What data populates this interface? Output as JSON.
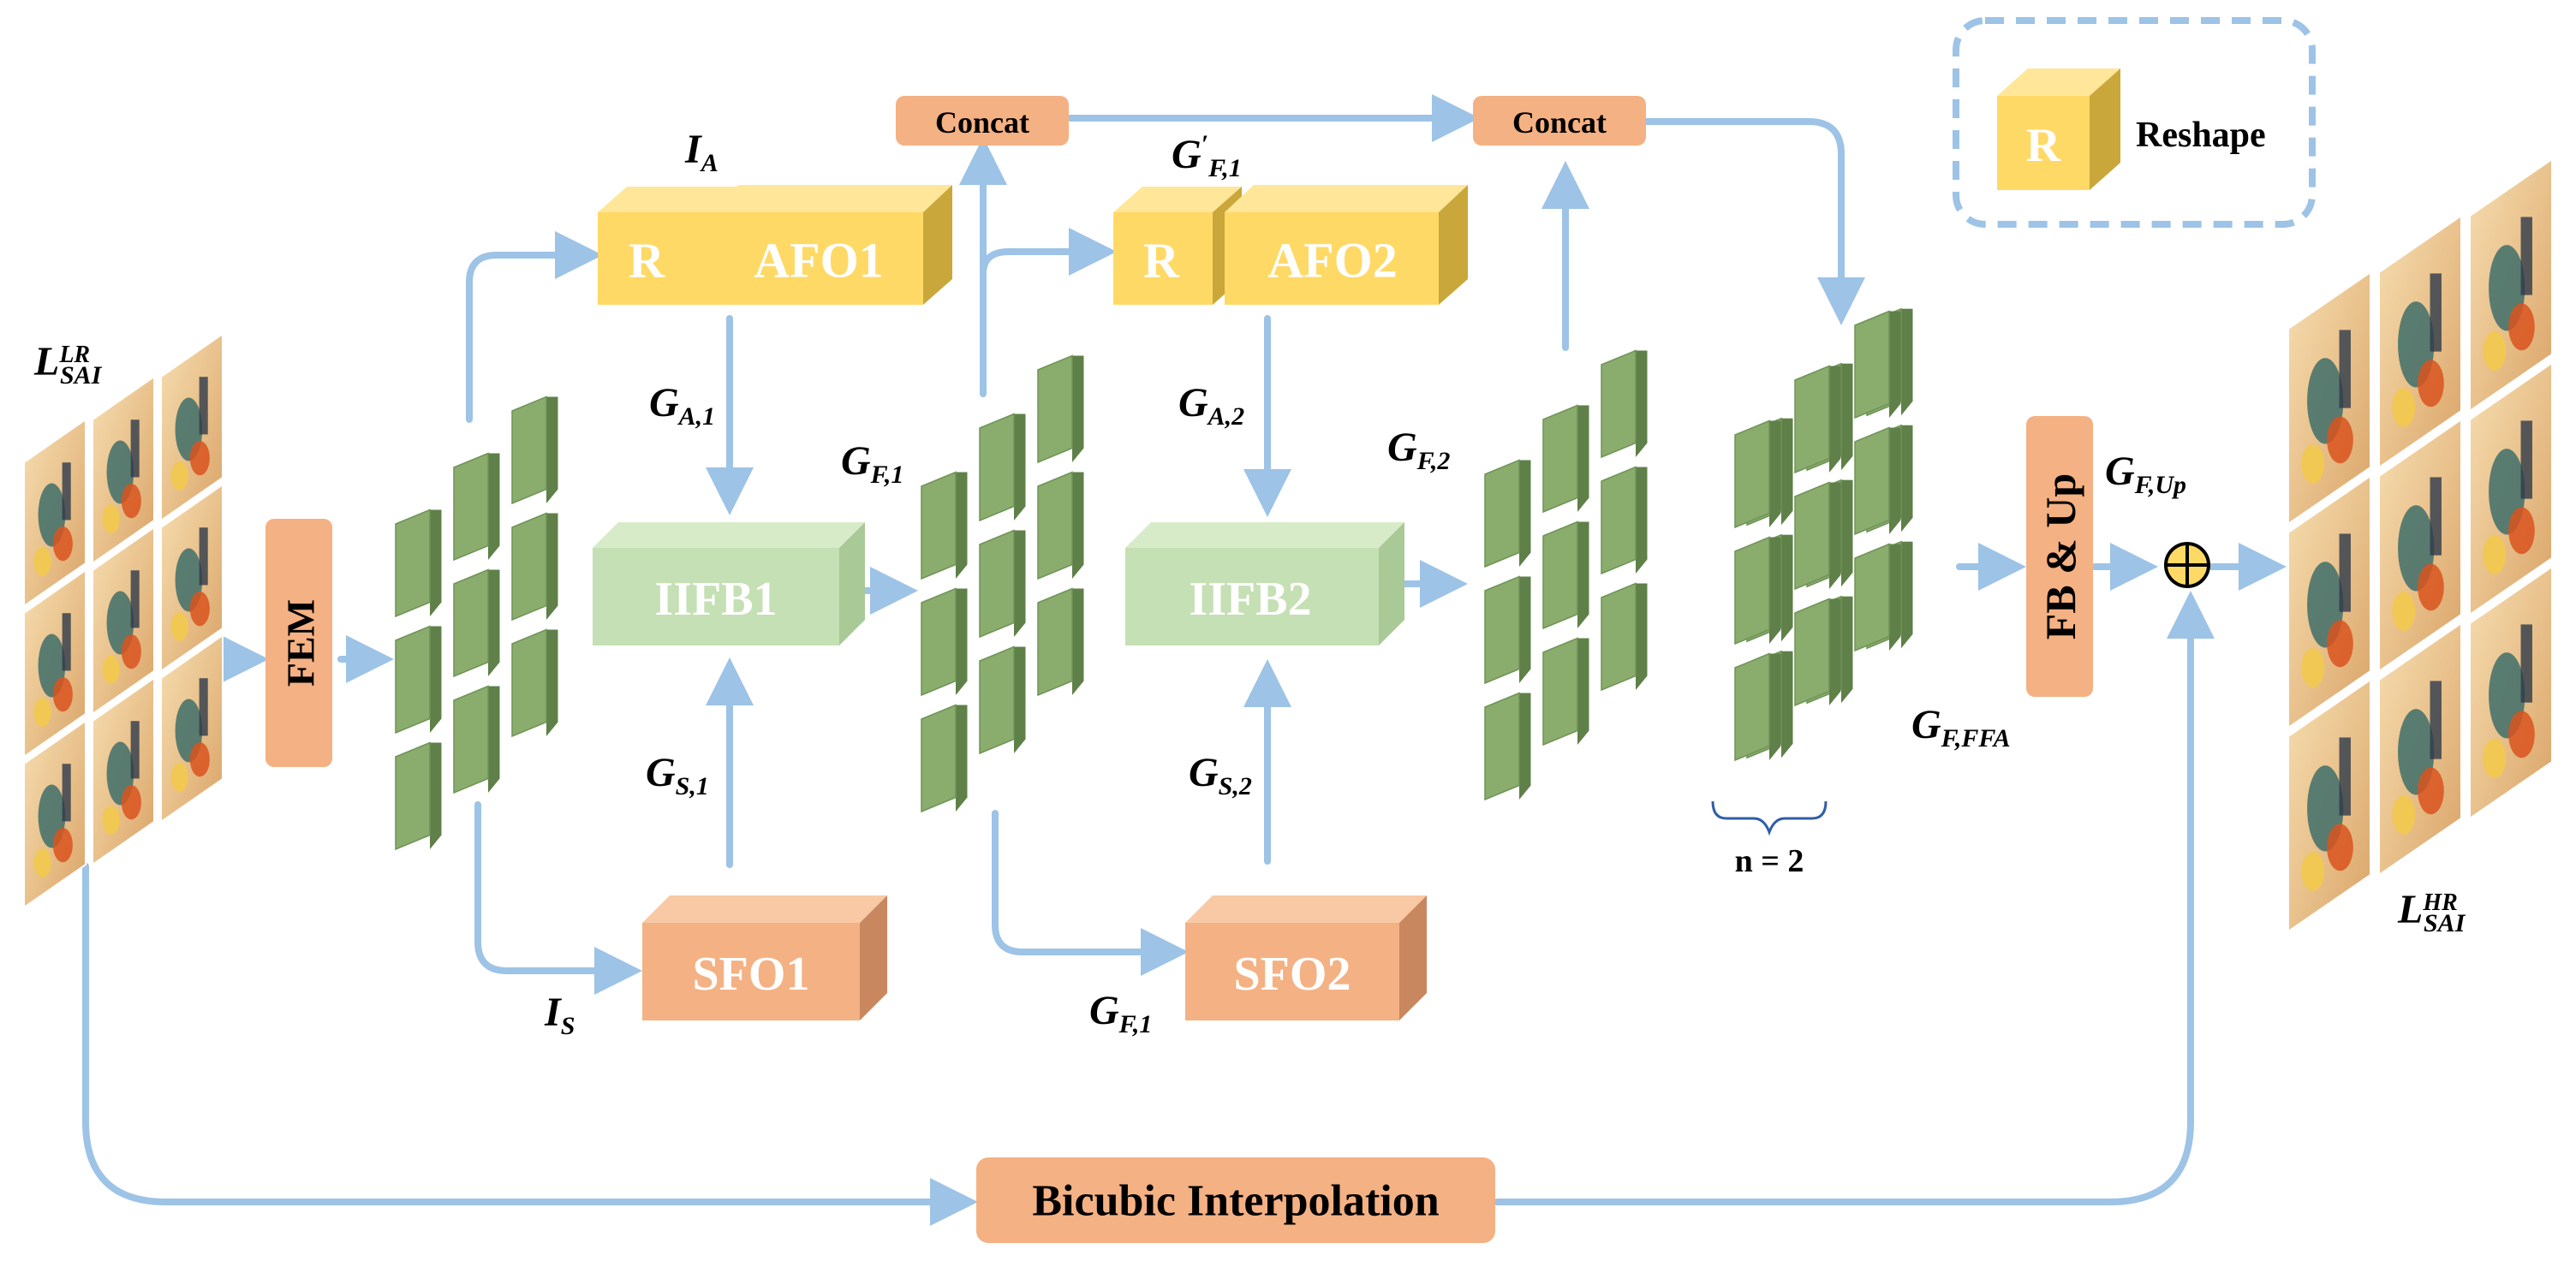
{
  "input_label": {
    "base": "L",
    "sup": "LR",
    "sub": "SAI"
  },
  "output_label": {
    "base": "L",
    "sup": "HR",
    "sub": "SAI"
  },
  "fem": "FEM",
  "fb_up": "FB & Up",
  "concat_1": "Concat",
  "concat_2": "Concat",
  "reshape_1": "R",
  "reshape_2": "R",
  "afo1": "AFO1",
  "afo2": "AFO2",
  "iifb1": "IIFB1",
  "iifb2": "IIFB2",
  "sfo1": "SFO1",
  "sfo2": "SFO2",
  "bicubic": "Bicubic Interpolation",
  "legend": {
    "symbol": "R",
    "label": "Reshape"
  },
  "labels": {
    "i_a": {
      "base": "I",
      "sub": "A"
    },
    "i_s": {
      "base": "I",
      "sub": "S"
    },
    "g_a1": {
      "base": "G",
      "sub": "A,1"
    },
    "g_s1": {
      "base": "G",
      "sub": "S,1"
    },
    "g_f1_top": {
      "base": "G",
      "sub": "F,1"
    },
    "g_f1_prime": {
      "base": "G",
      "prime": "′",
      "sub": "F,1"
    },
    "g_a2": {
      "base": "G",
      "sub": "A,2"
    },
    "g_s2": {
      "base": "G",
      "sub": "S,2"
    },
    "g_f1_bottom": {
      "base": "G",
      "sub": "F,1"
    },
    "g_f2": {
      "base": "G",
      "sub": "F,2"
    },
    "g_fup": {
      "base": "G",
      "sub": "F,Up"
    },
    "g_fffa": {
      "base": "G",
      "sub": "F,FFA"
    }
  },
  "n_label": "n = 2",
  "colors": {
    "arrow": "#9dc3e6",
    "orange": "#f4b183",
    "orange_dark": "#c98760",
    "yellow": "#ffd966",
    "yellow_dark": "#c9a73a",
    "light_green": "#c5e0b4",
    "green": "#8aad6e",
    "green_dark": "#5f8048"
  }
}
